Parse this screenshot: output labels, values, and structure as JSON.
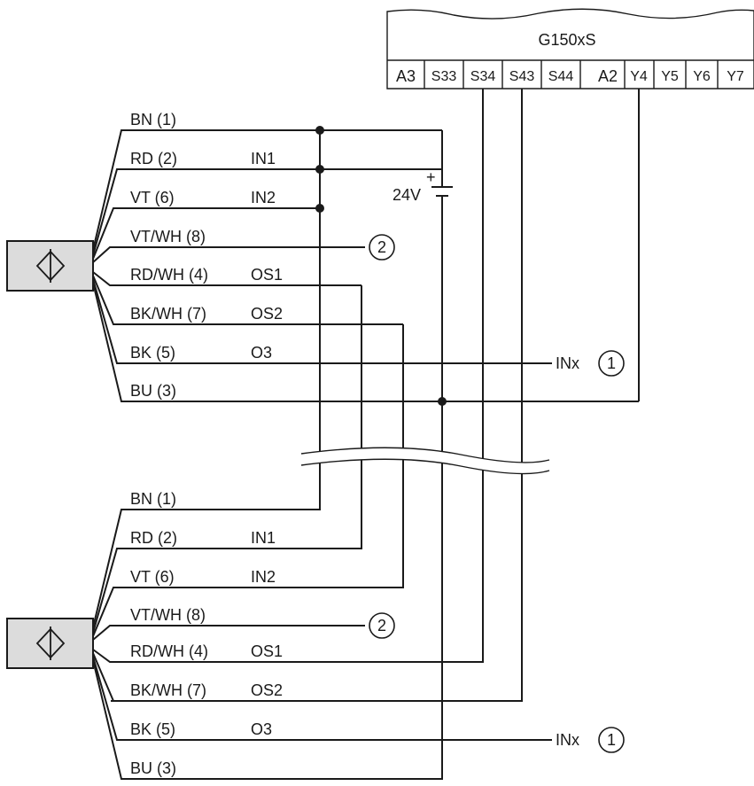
{
  "controller": {
    "title": "G150xS",
    "terminals": [
      "A3",
      "S33",
      "S34",
      "S43",
      "S44",
      "A2",
      "Y4",
      "Y5",
      "Y6",
      "Y7"
    ]
  },
  "supply": {
    "voltage": "24V",
    "plus": "+"
  },
  "sensor_top": {
    "wires": [
      {
        "color": "BN (1)",
        "signal": ""
      },
      {
        "color": "RD (2)",
        "signal": "IN1"
      },
      {
        "color": "VT (6)",
        "signal": "IN2"
      },
      {
        "color": "VT/WH (8)",
        "signal": ""
      },
      {
        "color": "RD/WH (4)",
        "signal": "OS1"
      },
      {
        "color": "BK/WH (7)",
        "signal": "OS2"
      },
      {
        "color": "BK (5)",
        "signal": "O3"
      },
      {
        "color": "BU (3)",
        "signal": ""
      }
    ],
    "inx_label": "INx",
    "note_inx": "1",
    "note_vtwh": "2"
  },
  "sensor_bottom": {
    "wires": [
      {
        "color": "BN (1)",
        "signal": ""
      },
      {
        "color": "RD (2)",
        "signal": "IN1"
      },
      {
        "color": "VT (6)",
        "signal": "IN2"
      },
      {
        "color": "VT/WH (8)",
        "signal": ""
      },
      {
        "color": "RD/WH (4)",
        "signal": "OS1"
      },
      {
        "color": "BK/WH (7)",
        "signal": "OS2"
      },
      {
        "color": "BK (5)",
        "signal": "O3"
      },
      {
        "color": "BU (3)",
        "signal": ""
      }
    ],
    "inx_label": "INx",
    "note_inx": "1",
    "note_vtwh": "2"
  }
}
